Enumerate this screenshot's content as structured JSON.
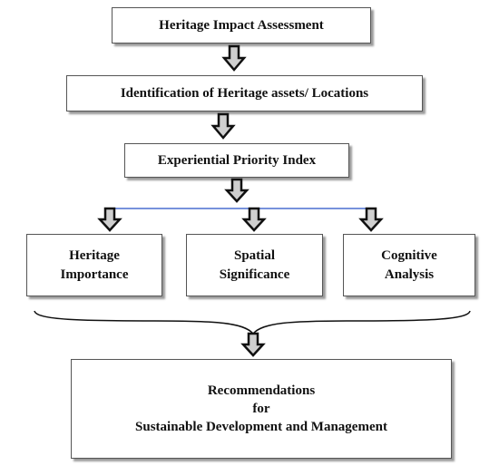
{
  "diagram": {
    "nodes": {
      "hia": {
        "text": "Heritage Impact Assessment"
      },
      "identification": {
        "text": "Identification of Heritage assets/ Locations"
      },
      "epi": {
        "text": "Experiential Priority Index"
      },
      "heritage_importance": {
        "line1": "Heritage",
        "line2": "Importance"
      },
      "spatial_significance": {
        "line1": "Spatial",
        "line2": "Significance"
      },
      "cognitive_analysis": {
        "line1": "Cognitive",
        "line2": "Analysis"
      },
      "recommendations": {
        "line1": "Recommendations",
        "line2": "for",
        "line3": "Sustainable Development and Management"
      }
    },
    "colors": {
      "border": "#555555",
      "shadow": "#9a9a9a",
      "arrow_fill": "#cfcfcf",
      "arrow_stroke": "#111111",
      "branch_line": "#4a6fd0",
      "brace": "#111111"
    }
  }
}
